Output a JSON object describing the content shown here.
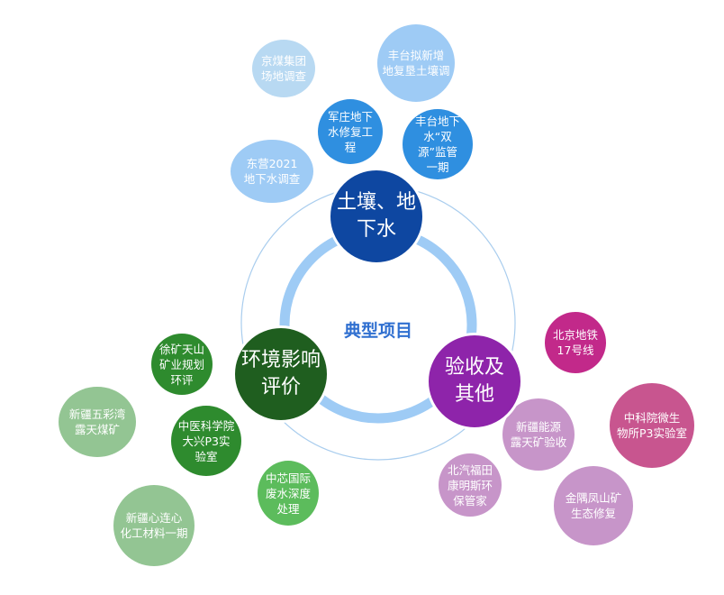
{
  "center": {
    "title": "典型项目"
  },
  "colors": {
    "ring": "#9ecbf5",
    "outer_ring": "#a9cdee",
    "center_text": "#2f6fd0"
  },
  "groups": [
    {
      "label": [
        "土壤、地",
        "下水"
      ],
      "color": "#0e47a1",
      "items": [
        {
          "lines": [
            "京煤集团",
            "场地调查"
          ],
          "color": "#b8d9f2"
        },
        {
          "lines": [
            "丰台拟新增",
            "地复垦土壤调"
          ],
          "color": "#9ecbf5"
        },
        {
          "lines": [
            "军庄地下",
            "水修复工",
            "程"
          ],
          "color": "#2f8fe0"
        },
        {
          "lines": [
            "丰台地下",
            "水“双",
            "源”监管",
            "一期"
          ],
          "color": "#2f8fe0"
        },
        {
          "lines": [
            "东营2021",
            "地下水调查"
          ],
          "color": "#9ecbf5"
        }
      ]
    },
    {
      "label": [
        "环境影响",
        "评价"
      ],
      "color": "#1f5e1f",
      "items": [
        {
          "lines": [
            "徐矿天山",
            "矿业规划",
            "环评"
          ],
          "color": "#2e8b2e"
        },
        {
          "lines": [
            "新疆五彩湾",
            "露天煤矿"
          ],
          "color": "#93c593"
        },
        {
          "lines": [
            "中医科学院",
            "大兴P3实",
            "验室"
          ],
          "color": "#2e8b2e"
        },
        {
          "lines": [
            "中芯国际",
            "废水深度",
            "处理"
          ],
          "color": "#5cbc5c"
        },
        {
          "lines": [
            "新疆心连心",
            "化工材料一期"
          ],
          "color": "#93c593"
        }
      ]
    },
    {
      "label": [
        "验收及",
        "其他"
      ],
      "color": "#8e24aa",
      "items": [
        {
          "lines": [
            "北京地铁",
            "17号线"
          ],
          "color": "#c2298a"
        },
        {
          "lines": [
            "新疆能源",
            "露天矿验收"
          ],
          "color": "#c795c9"
        },
        {
          "lines": [
            "中科院微生",
            "物所P3实验室"
          ],
          "color": "#c8558f"
        },
        {
          "lines": [
            "北汽福田",
            "康明斯环",
            "保管家"
          ],
          "color": "#c795c9"
        },
        {
          "lines": [
            "金隅凤山矿",
            "生态修复"
          ],
          "color": "#c795c9"
        }
      ]
    }
  ]
}
